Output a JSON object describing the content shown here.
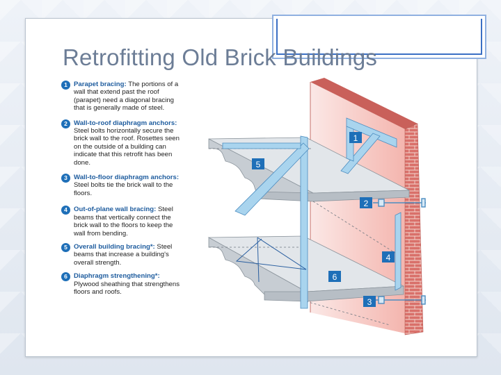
{
  "slide": {
    "title": "Retrofitting Old Brick Buildings"
  },
  "legend": [
    {
      "num": "1",
      "title": "Parapet bracing:",
      "desc": " The portions of a wall that extend past the roof (parapet) need a diagonal bracing that is generally made of steel."
    },
    {
      "num": "2",
      "title": "Wall-to-roof diaphragm anchors:",
      "desc": " Steel bolts horizontally secure the brick wall to the roof. Rosettes seen on the outside of a building can indicate that this retrofit has been done."
    },
    {
      "num": "3",
      "title": "Wall-to-floor diaphragm anchors:",
      "desc": " Steel bolts tie the brick wall to the floors."
    },
    {
      "num": "4",
      "title": "Out-of-plane wall bracing:",
      "desc": " Steel beams that vertically connect the brick wall to the floors to keep the wall from bending."
    },
    {
      "num": "5",
      "title": "Overall building bracing*:",
      "desc": " Steel beams that increase a building's overall strength."
    },
    {
      "num": "6",
      "title": "Diaphragm strengthening*:",
      "desc": " Plywood sheathing that strengthens floors and roofs."
    }
  ],
  "diagram": {
    "callouts": [
      "1",
      "5",
      "2",
      "4",
      "6",
      "3"
    ]
  },
  "colors": {
    "accent_blue": "#1e6fb8",
    "title_gray": "#6c7d96",
    "brick": "#d9706a",
    "steel": "#a9d4ee"
  }
}
